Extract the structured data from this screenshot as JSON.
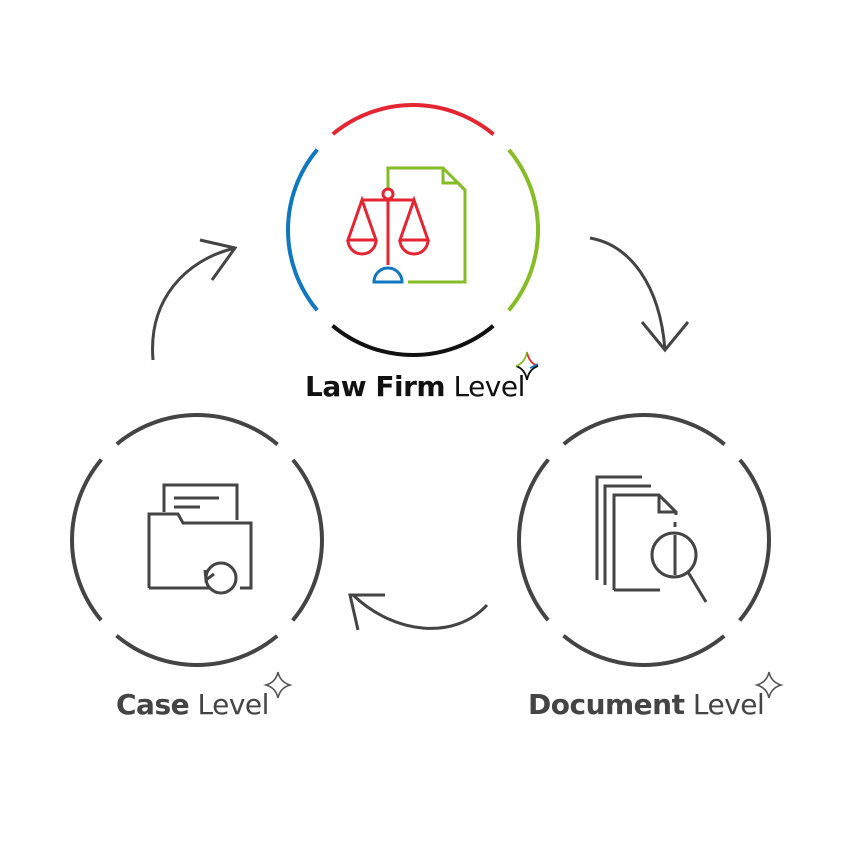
{
  "nodes": [
    {
      "id": "law-firm",
      "bold": "Law Firm",
      "light": "Level",
      "color": "#111111"
    },
    {
      "id": "document",
      "bold": "Document",
      "light": "Level",
      "color": "#444444"
    },
    {
      "id": "case",
      "bold": "Case",
      "light": "Level",
      "color": "#444444"
    }
  ],
  "colors": {
    "red": "#e52532",
    "green": "#86bc25",
    "blue": "#1077c1",
    "black": "#111111",
    "gray": "#444444"
  }
}
